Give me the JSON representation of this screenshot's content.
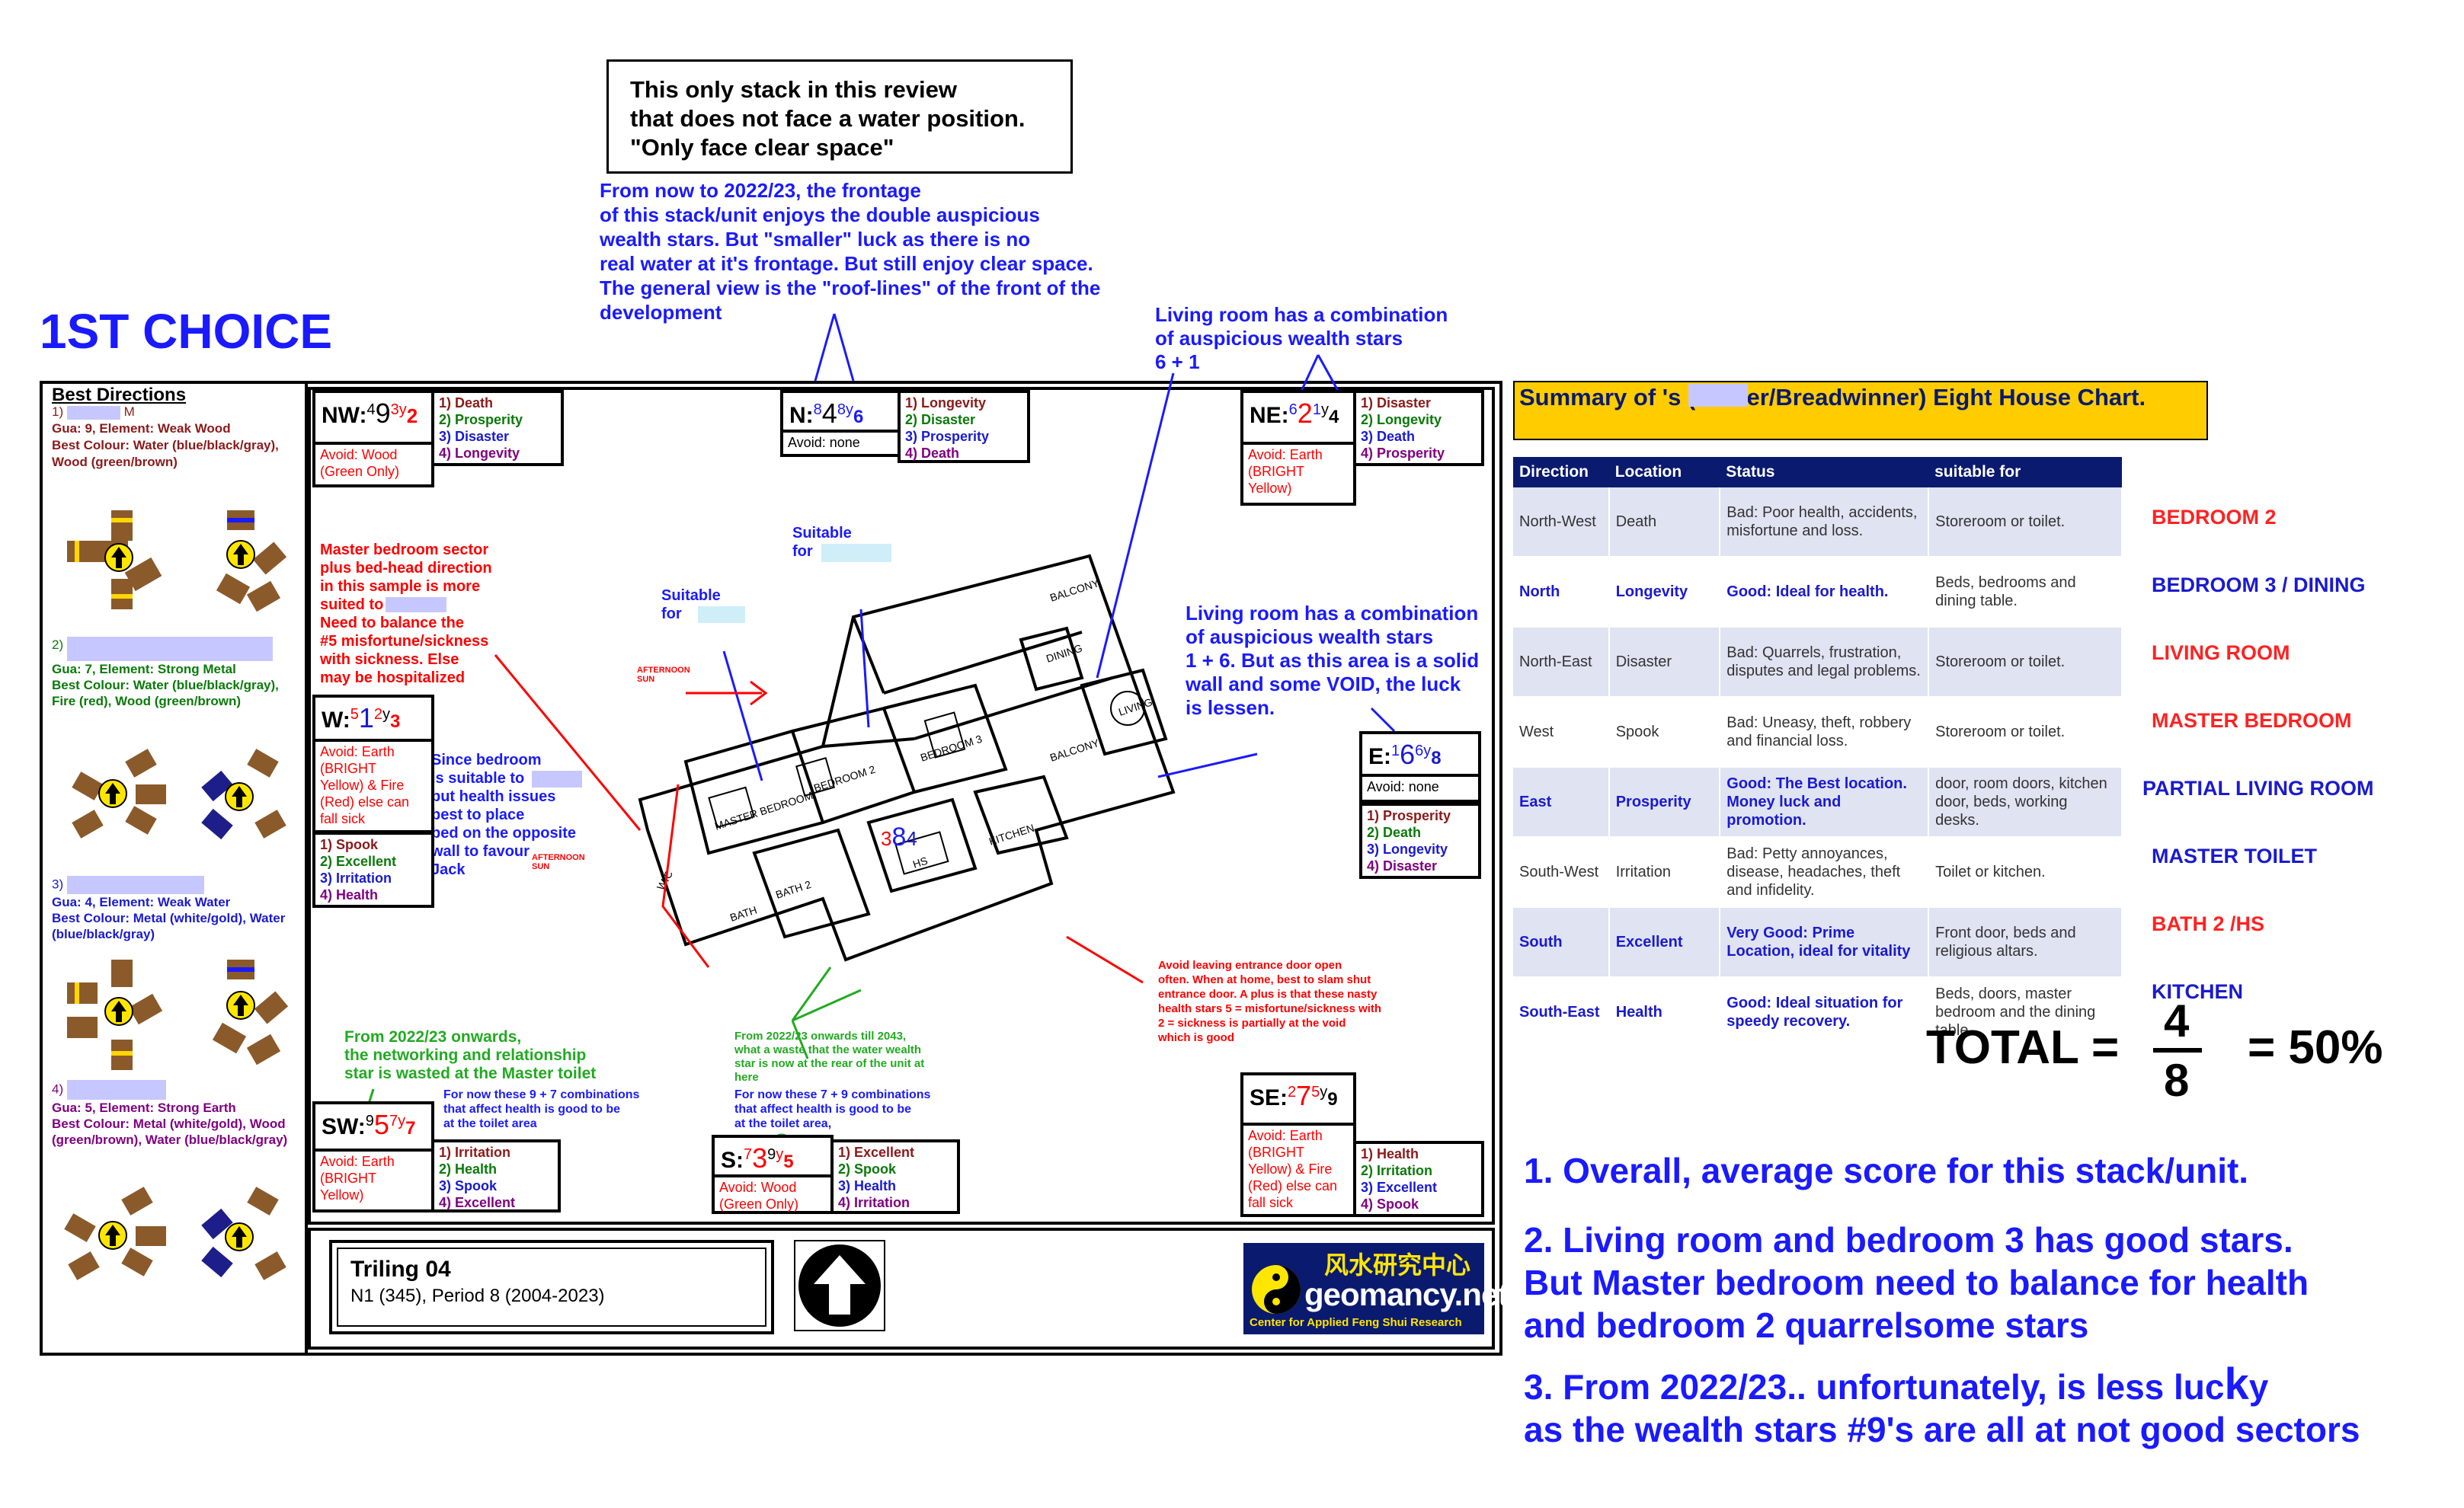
{
  "top_note": "This only stack in this review\nthat does not face a water position.\n\"Only face clear space\"",
  "frontage_note": "From now to 2022/23, the frontage\nof this stack/unit enjoys the double auspicious\nwealth stars. But \"smaller\" luck as there is no\nreal water at it's frontage. But still enjoy clear space.\nThe general view is the \"roof-lines\" of the front of the\ndevelopment",
  "first_choice": "1ST CHOICE",
  "living_note_top": "Living room has a combination\nof auspicious wealth stars\n6 + 1",
  "living_note_right": "Living room has a combination\nof auspicious wealth stars\n1 + 6. But as this area is a solid\nwall and some VOID, the luck\nis lessen.",
  "master_note": "Master bedroom sector\nplus bed-head direction\nin this sample is more\nsuited to\nNeed to balance the\n#5 misfortune/sickness\nwith sickness. Else\nmay be hospitalized",
  "bedroom_note": "Since bedroom\nis suitable to\nbut health issues\nbest to place\nbed on the opposite\nwall to favour\nJack",
  "suitable_1": "Suitable\nfor",
  "suitable_2": "Suitable\nfor",
  "afternoon_sun_1": "AFTERNOON\nSUN",
  "afternoon_sun_2": "AFTERNOON\nSUN",
  "green_note_left": "From 2022/23 onwards,\nthe networking and relationship\nstar is wasted at the Master toilet",
  "blue_note_left": "For now these 9 + 7 combinations\nthat affect health is good to be\nat the toilet area",
  "green_note_mid": "From 2022/23 onwards till 2043,\nwhat a waste that the water wealth\nstar is now at the rear of the unit at\nhere",
  "blue_note_mid": "For now these 7 + 9  combinations\nthat affect health is good to be\nat the toilet area,",
  "entrance_note": "Avoid leaving entrance door open\noften. When at home, best to slam shut\nentrance door. A plus is that these nasty\nhealth stars 5 = misfortune/sickness with\n2 = sickness is partially at the void\nwhich is good",
  "center_stars": {
    "a": "3",
    "b": "8",
    "c": "4"
  },
  "best_directions": {
    "title": "Best Directions",
    "p1": {
      "head": "1)",
      "suffix": "M",
      "gua": "Gua: 9, Element: Weak Wood",
      "colour": "Best Colour: Water (blue/black/gray), Wood (green/brown)"
    },
    "p2": {
      "head": "2)",
      "gua": "Gua: 7, Element: Strong Metal",
      "colour": "Best Colour: Water (blue/black/gray), Fire (red), Wood (green/brown)"
    },
    "p3": {
      "head": "3)",
      "gua": "Gua: 4, Element: Weak Water",
      "colour": "Best Colour: Metal (white/gold), Water (blue/black/gray)"
    },
    "p4": {
      "head": "4)",
      "gua": "Gua: 5, Element: Strong Earth",
      "colour": "Best Colour: Metal (white/gold), Wood (green/brown), Water (blue/black/gray)"
    }
  },
  "sectors": {
    "nw": {
      "label": "NW:",
      "s1": "4",
      "s2": "9",
      "s3": "3",
      "y": "y",
      "s4": "2",
      "avoid": "Avoid: Wood\n(Green Only)",
      "items": [
        "1) Death",
        "2) Prosperity",
        "3) Disaster",
        "4) Longevity"
      ]
    },
    "n": {
      "label": "N:",
      "s1": "8",
      "s2": "4",
      "s3": "8",
      "y": "y",
      "s4": "6",
      "avoid": "Avoid: none",
      "items": [
        "1) Longevity",
        "2) Disaster",
        "3) Prosperity",
        "4) Death"
      ]
    },
    "ne": {
      "label": "NE:",
      "s1": "6",
      "s2": "2",
      "s3": "1",
      "y": "y",
      "s4": "4",
      "avoid": "Avoid: Earth\n(BRIGHT\nYellow)",
      "items": [
        "1) Disaster",
        "2) Longevity",
        "3) Death",
        "4) Prosperity"
      ]
    },
    "w": {
      "label": "W:",
      "s1": "5",
      "s2": "1",
      "s3": "2",
      "y": "y",
      "s4": "3",
      "avoid": "Avoid: Earth\n(BRIGHT\nYellow) & Fire\n(Red) else can\nfall sick",
      "items": [
        "1) Spook",
        "2) Excellent",
        "3) Irritation",
        "4) Health"
      ]
    },
    "e": {
      "label": "E:",
      "s1": "1",
      "s2": "6",
      "s3": "6",
      "y": "y",
      "s4": "8",
      "avoid": "Avoid: none",
      "items": [
        "1) Prosperity",
        "2) Death",
        "3) Longevity",
        "4) Disaster"
      ]
    },
    "sw": {
      "label": "SW:",
      "s1": "9",
      "s2": "5",
      "s3": "7",
      "y": "y",
      "s4": "7",
      "avoid": "Avoid: Earth\n(BRIGHT\nYellow)",
      "items": [
        "1) Irritation",
        "2) Health",
        "3) Spook",
        "4) Excellent"
      ]
    },
    "s": {
      "label": "S:",
      "s1": "7",
      "s2": "3",
      "s3": "9",
      "y": "y",
      "s4": "5",
      "avoid": "Avoid: Wood\n(Green Only)",
      "items": [
        "1) Excellent",
        "2) Spook",
        "3) Health",
        "4) Irritation"
      ]
    },
    "se": {
      "label": "SE:",
      "s1": "2",
      "s2": "7",
      "s3": "5",
      "y": "y",
      "s4": "9",
      "avoid": "Avoid: Earth\n(BRIGHT\nYellow) & Fire\n(Red) else can\nfall sick",
      "items": [
        "1) Health",
        "2) Irritation",
        "3) Excellent",
        "4) Spook"
      ]
    }
  },
  "title_box": {
    "name": "Triling 04",
    "period": "N1 (345), Period 8 (2004-2023)"
  },
  "logo": {
    "chinese": "风水研究中心",
    "brand": "geomancy.net",
    "tagline": "Center for Applied Feng Shui Research"
  },
  "summary_title": "Summary of        's (Owner/Breadwinner) Eight House Chart.",
  "table": {
    "headers": [
      "Direction",
      "Location",
      "Status",
      "suitable for"
    ],
    "rows": [
      {
        "dir": "North-West",
        "loc": "Death",
        "status": "Bad: Poor health, accidents, misfortune and loss.",
        "suit": "Storeroom or toilet.",
        "good": false,
        "room": "BEDROOM 2",
        "room_color": "#ff2222"
      },
      {
        "dir": "North",
        "loc": "Longevity",
        "status": "Good: Ideal for health.",
        "suit": "Beds, bedrooms and dining table.",
        "good": true,
        "room": "BEDROOM 3 / DINING",
        "room_color": "#1a1ad0"
      },
      {
        "dir": "North-East",
        "loc": "Disaster",
        "status": "Bad: Quarrels, frustration, disputes and legal problems.",
        "suit": "Storeroom or toilet.",
        "good": false,
        "room": "LIVING ROOM",
        "room_color": "#ff2222"
      },
      {
        "dir": "West",
        "loc": "Spook",
        "status": "Bad: Uneasy, theft, robbery and financial loss.",
        "suit": "Storeroom or toilet.",
        "good": false,
        "room": "MASTER BEDROOM",
        "room_color": "#ff2222"
      },
      {
        "dir": "East",
        "loc": "Prosperity",
        "status": "Good: The Best location. Money luck and promotion.",
        "suit": "door, room doors, kitchen door, beds, working desks.",
        "good": true,
        "room": "PARTIAL LIVING ROOM",
        "room_color": "#1a1ad0"
      },
      {
        "dir": "South-West",
        "loc": "Irritation",
        "status": "Bad: Petty annoyances, disease, headaches, theft and infidelity.",
        "suit": "Toilet or kitchen.",
        "good": false,
        "room": "MASTER TOILET",
        "room_color": "#1a1ad0"
      },
      {
        "dir": "South",
        "loc": "Excellent",
        "status": "Very Good: Prime Location, ideal for vitality",
        "suit": "Front door, beds and religious altars.",
        "good": true,
        "room": "BATH 2 /HS",
        "room_color": "#ff2222"
      },
      {
        "dir": "South-East",
        "loc": "Health",
        "status": "Good: Ideal situation for speedy recovery.",
        "suit": "Beds, doors, master bedroom and the dining table.",
        "good": true,
        "room": "KITCHEN",
        "room_color": "#1a1ad0"
      }
    ]
  },
  "total": {
    "label": "TOTAL =",
    "num": "4",
    "den": "8",
    "result": "= 50%"
  },
  "conclusions": {
    "c1": "1. Overall, average score for this stack/unit.",
    "c2": "2. Living room and bedroom 3 has good stars.\nBut Master bedroom need to balance for health\nand bedroom 2 quarrelsome stars",
    "c3a": "3. From 2022/23.. unfortunately, is less luc",
    "c3b": "k",
    "c3c": "y",
    "c3d": "as the wealth stars #9's are all at not good sectors"
  },
  "floorplan_labels": [
    "BALCONY",
    "LIVING",
    "DINING",
    "BEDROOM 2",
    "BEDROOM 3",
    "MASTER BEDROOM",
    "KITCHEN",
    "BATH 2",
    "BATH",
    "HS",
    "WIC",
    "BALCONY"
  ]
}
